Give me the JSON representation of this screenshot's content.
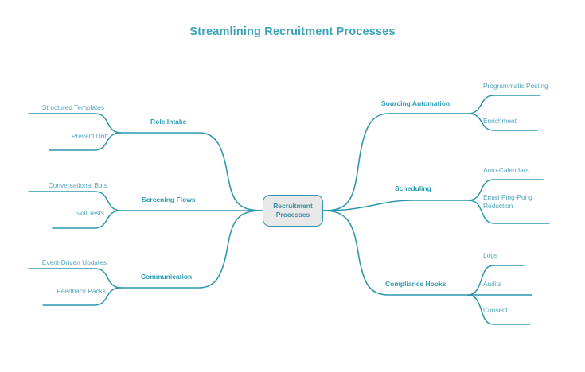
{
  "title": "Streamlining Recruitment Processes",
  "colors": {
    "accent": "#2f97ad",
    "branch_text": "#2b9cb3",
    "leaf_text": "#52a7ba",
    "title_text": "#3ba3b8",
    "node_fill": "#e8e8e8",
    "background": "#ffffff"
  },
  "center": {
    "label": "Recruitment Processes",
    "line1": "Recruitment",
    "line2": "Processes"
  },
  "branches": {
    "left": [
      {
        "label": "Role Intake",
        "children": [
          {
            "label": "Structured Templates"
          },
          {
            "label": "Prevent Drift"
          }
        ]
      },
      {
        "label": "Screening Flows",
        "children": [
          {
            "label": "Conversational Bots"
          },
          {
            "label": "Skill Tests"
          }
        ]
      },
      {
        "label": "Communication",
        "children": [
          {
            "label": "Event-Driven Updates"
          },
          {
            "label": "Feedback Packs"
          }
        ]
      }
    ],
    "right": [
      {
        "label": "Sourcing Automation",
        "children": [
          {
            "label": "Programmatic Posting"
          },
          {
            "label": "Enrichment"
          }
        ]
      },
      {
        "label": "Scheduling",
        "children": [
          {
            "label": "Auto-Calendars"
          },
          {
            "label": "Email Ping-Pong Reduction"
          }
        ]
      },
      {
        "label": "Compliance Hooks",
        "children": [
          {
            "label": "Logs"
          },
          {
            "label": "Audits"
          },
          {
            "label": "Consent"
          }
        ]
      }
    ]
  }
}
